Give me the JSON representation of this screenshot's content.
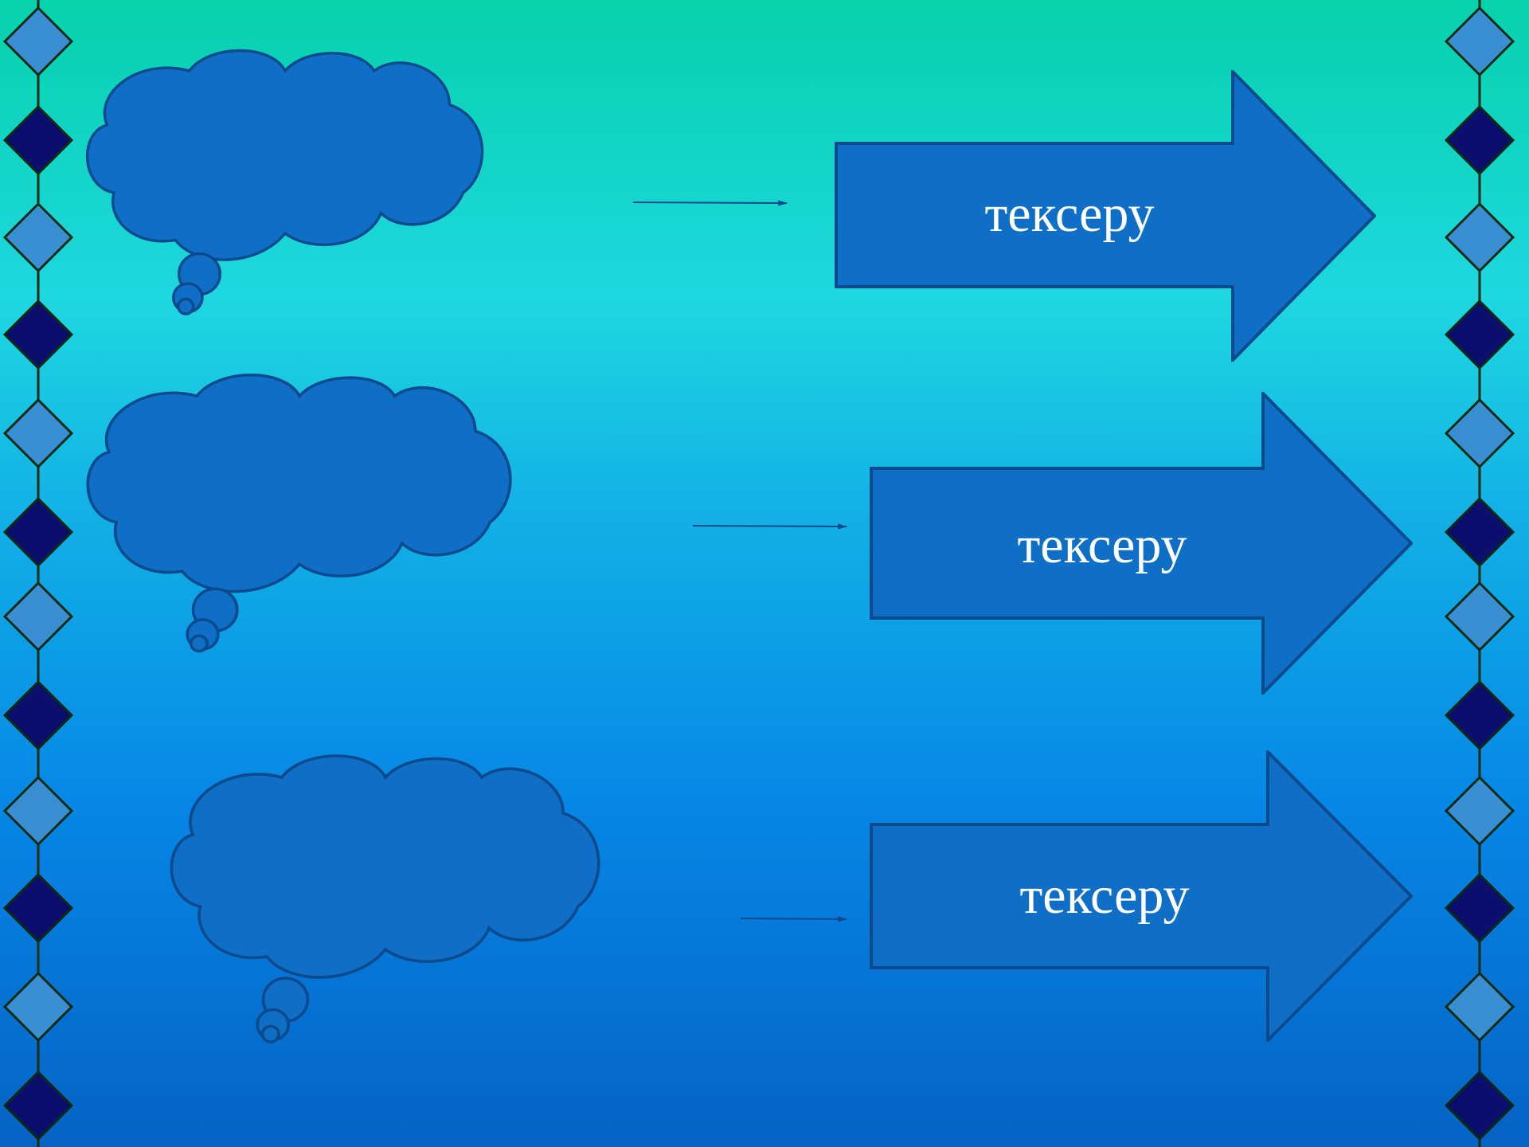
{
  "colors": {
    "cloud_fill": "#0f6fc6",
    "cloud_stroke": "#0b4a8c",
    "arrow_fill": "#0f6fc6",
    "arrow_stroke": "#0b4a8c",
    "label_text": "#ffffff",
    "connector": "#0b4a8c",
    "diamond_light": "#3a8fd2",
    "diamond_dark": "#0a0f6e",
    "diamond_outline": "#0c2a12"
  },
  "rows": [
    {
      "label": "тексеру"
    },
    {
      "label": "тексеру"
    },
    {
      "label": "тексеру"
    }
  ]
}
